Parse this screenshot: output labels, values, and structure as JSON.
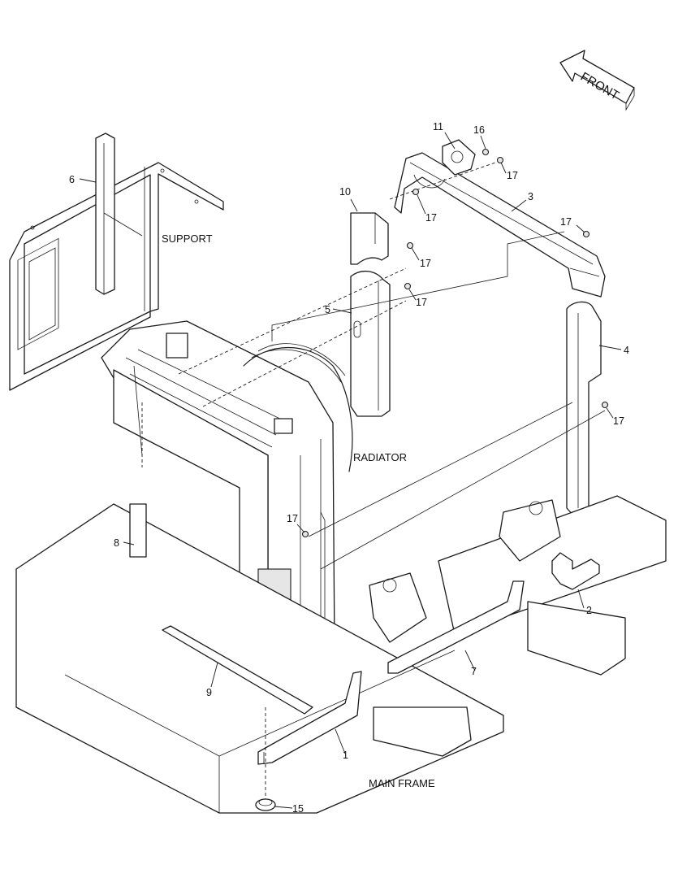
{
  "labels": {
    "front": "FRONT",
    "support": "SUPPORT",
    "radiator": "RADIATOR",
    "main_frame": "MAIN FRAME"
  },
  "callouts": {
    "c1": "1",
    "c2": "2",
    "c3": "3",
    "c4": "4",
    "c5": "5",
    "c6": "6",
    "c7": "7",
    "c8": "8",
    "c9": "9",
    "c10": "10",
    "c11": "11",
    "c15": "15",
    "c16": "16",
    "c17a": "17",
    "c17b": "17",
    "c17c": "17",
    "c17d": "17",
    "c17e": "17",
    "c17f": "17",
    "c17g": "17"
  }
}
